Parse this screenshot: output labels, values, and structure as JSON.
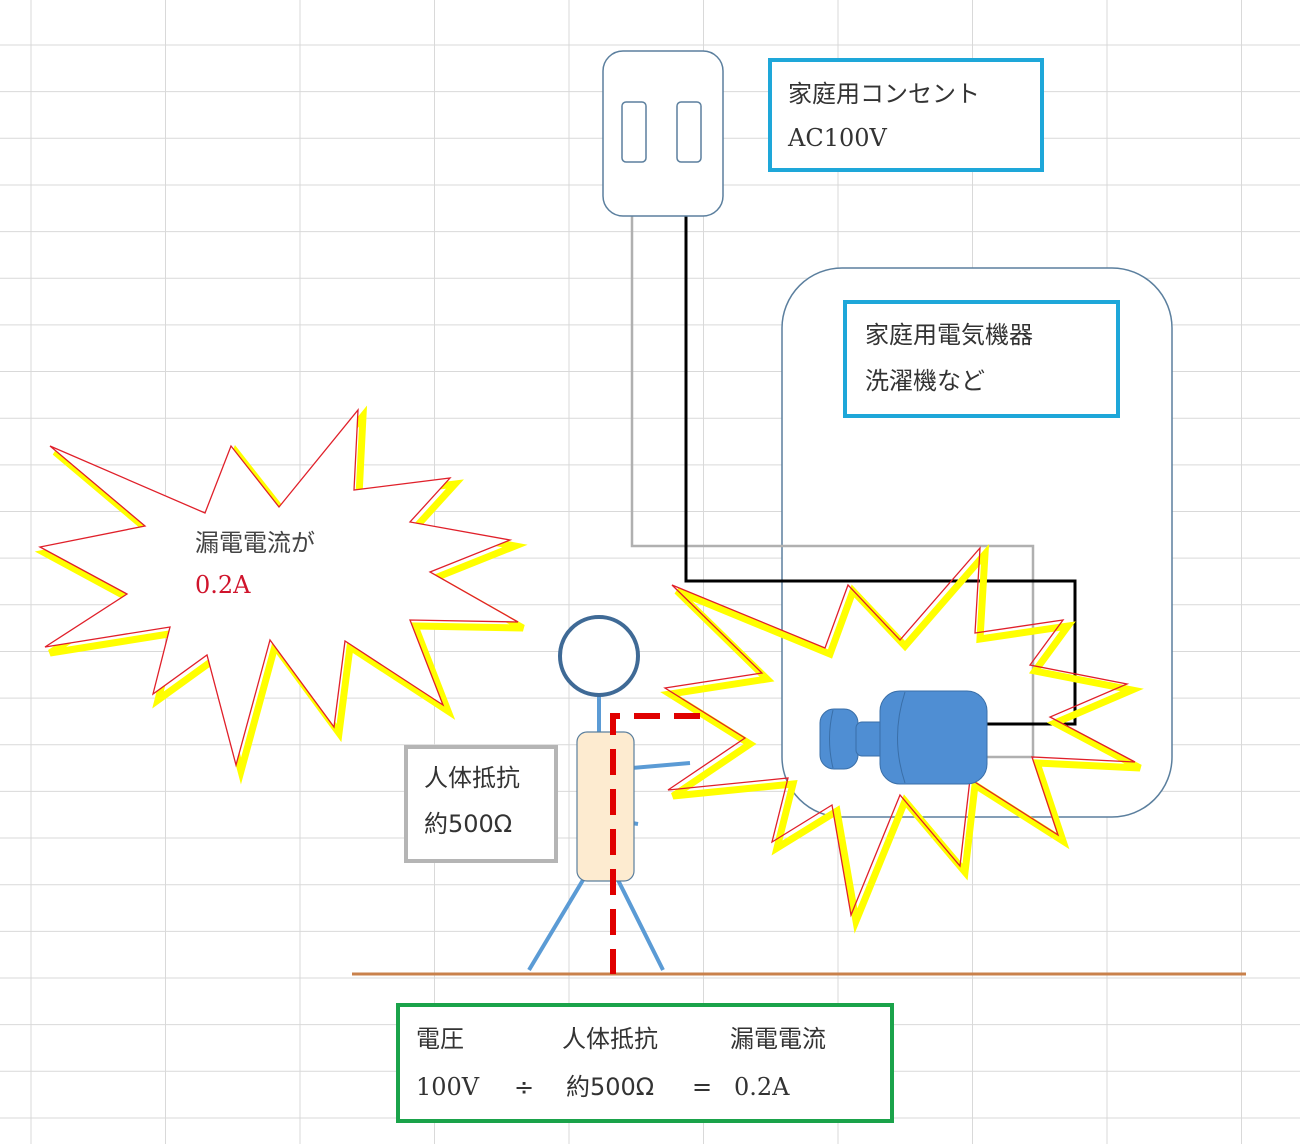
{
  "outlet": {
    "title": "家庭用コンセント",
    "voltage": "AC100V"
  },
  "appliance": {
    "title": "家庭用電気機器",
    "example": "洗濯機など"
  },
  "leak_burst": {
    "line1": "漏電電流が",
    "line2": "0.2A"
  },
  "body_resistance": {
    "title": "人体抵抗",
    "value": "約500Ω"
  },
  "formula": {
    "headers": [
      "電圧",
      "人体抵抗",
      "漏電電流"
    ],
    "voltage": "100V",
    "divide": "÷",
    "resistance": "約500Ω",
    "equals": "=",
    "current": "0.2A"
  },
  "colors": {
    "label_border_blue": "#1ea7d9",
    "formula_border_green": "#1aa34a",
    "body_label_border_gray": "#b5b5b5",
    "burst_fill_yellow": "#ffff00",
    "burst_stroke_red": "#e0202a",
    "leak_path_red": "#e00000",
    "ground_line": "#c9814b",
    "motor_blue": "#4f8ed3",
    "stick_figure_blue": "#5b9bd5",
    "head_outline": "#3f6a96",
    "torso_fill": "#fdebd0",
    "live_wire": "#000000",
    "neutral_wire": "#b0b0b0",
    "leak_value_red": "#d0142c"
  }
}
